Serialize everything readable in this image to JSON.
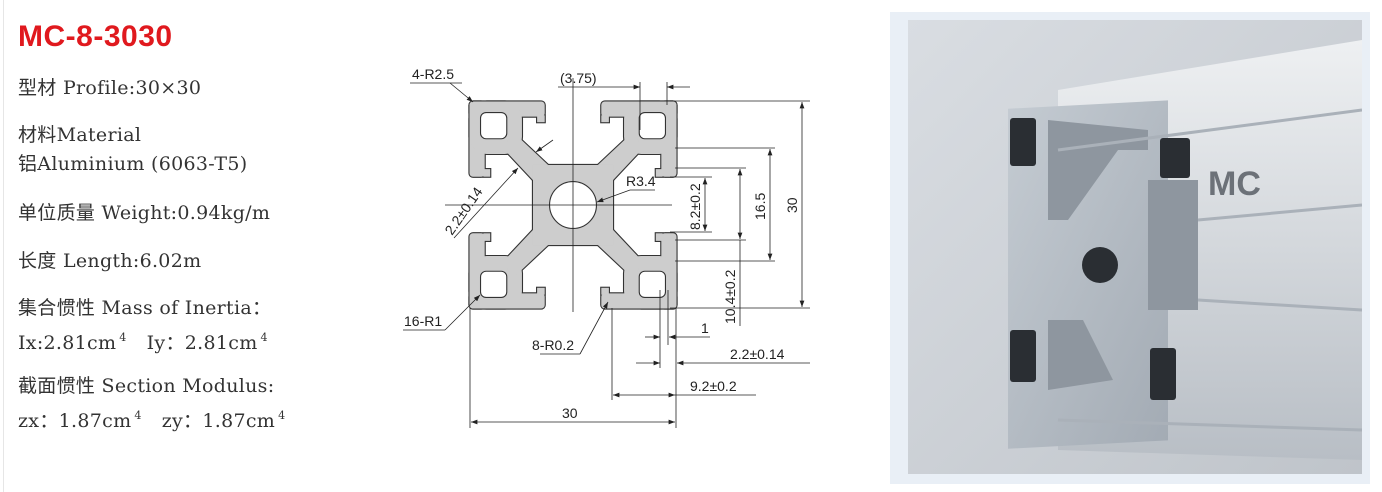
{
  "title": "MC-8-3030",
  "specs": {
    "profile": "型材 Profile:30×30",
    "material_label": "材料Material",
    "material_value": "铝Aluminium (6063-T5)",
    "weight": "单位质量 Weight:0.94kg/m",
    "length": "长度 Length:6.02m",
    "inertia_label": "集合惯性 Mass of Inertia：",
    "ix": "Ix:2.81cm",
    "iy": "Iy：2.81cm",
    "inertia_exp": "4",
    "modulus_label": "截面惯性 Section Modulus:",
    "zx": "zx：1.87cm",
    "zy": "zy：1.87cm",
    "modulus_exp": "4"
  },
  "drawing": {
    "corner_radius": "4-R2.5",
    "offset": "(3.75)",
    "overall_height": "30",
    "inner_width": "16.5",
    "slot_depth_v": "10.4±0.2",
    "slot_opening": "8.2±0.2",
    "hole_radius": "R3.4",
    "wall_diag": "2.2±0.14",
    "fillet_radius": "16-R1",
    "small_radius": "8-R0.2",
    "lip": "1",
    "wall": "2.2±0.14",
    "slot_depth_h": "9.2±0.2",
    "overall_width": "30"
  },
  "photo": {
    "logo": "MC"
  },
  "colors": {
    "title": "#e0191e",
    "profile_fill": "#cdcdcd",
    "photo_frame": "#e9eff6"
  }
}
